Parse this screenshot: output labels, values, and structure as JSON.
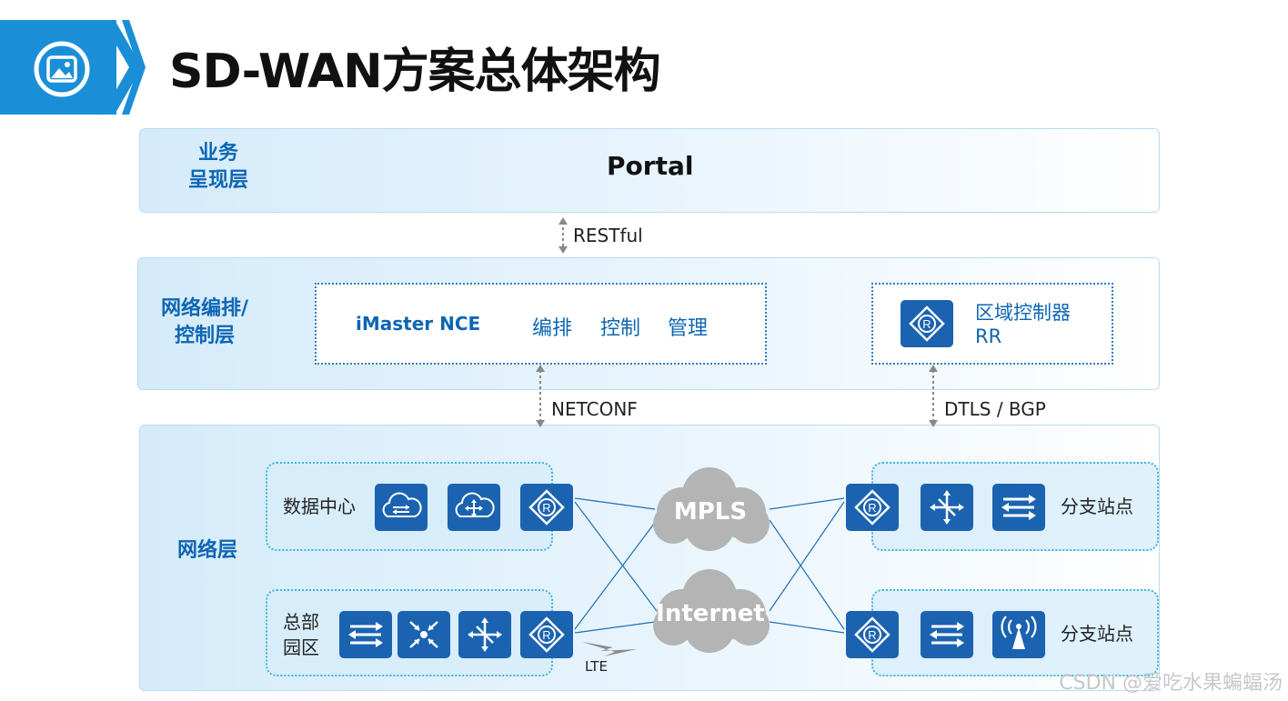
{
  "title": "SD-WAN方案总体架构",
  "layers": {
    "presentation": {
      "label": "业务\n呈现层",
      "portal": "Portal"
    },
    "orchestration": {
      "label": "网络编排/\n控制层",
      "nce_name": "iMaster NCE",
      "nce_functions": [
        "编排",
        "控制",
        "管理"
      ],
      "rr_line1": "区域控制器",
      "rr_line2": "RR"
    },
    "network": {
      "label": "网络层"
    }
  },
  "protocols": {
    "restful": "RESTful",
    "netconf": "NETCONF",
    "dtls_bgp": "DTLS / BGP",
    "lte": "LTE"
  },
  "sites": {
    "datacenter": "数据中心",
    "hq_line1": "总部",
    "hq_line2": "园区",
    "branch1": "分支站点",
    "branch2": "分支站点"
  },
  "clouds": {
    "mpls": "MPLS",
    "internet": "Internet"
  },
  "icons": [
    "image-icon",
    "router-icon",
    "cloud-firewall-icon",
    "cloud-switch-icon",
    "switch-icon",
    "firewall-icon",
    "core-switch-icon",
    "ap-icon"
  ],
  "colors": {
    "accent": "#1a8fd8",
    "label_blue": "#0d66b3",
    "device_blue": "#1b63b0",
    "cloud_gray": "#b4b4b4"
  },
  "watermark": "CSDN @爱吃水果蝙蝠汤"
}
